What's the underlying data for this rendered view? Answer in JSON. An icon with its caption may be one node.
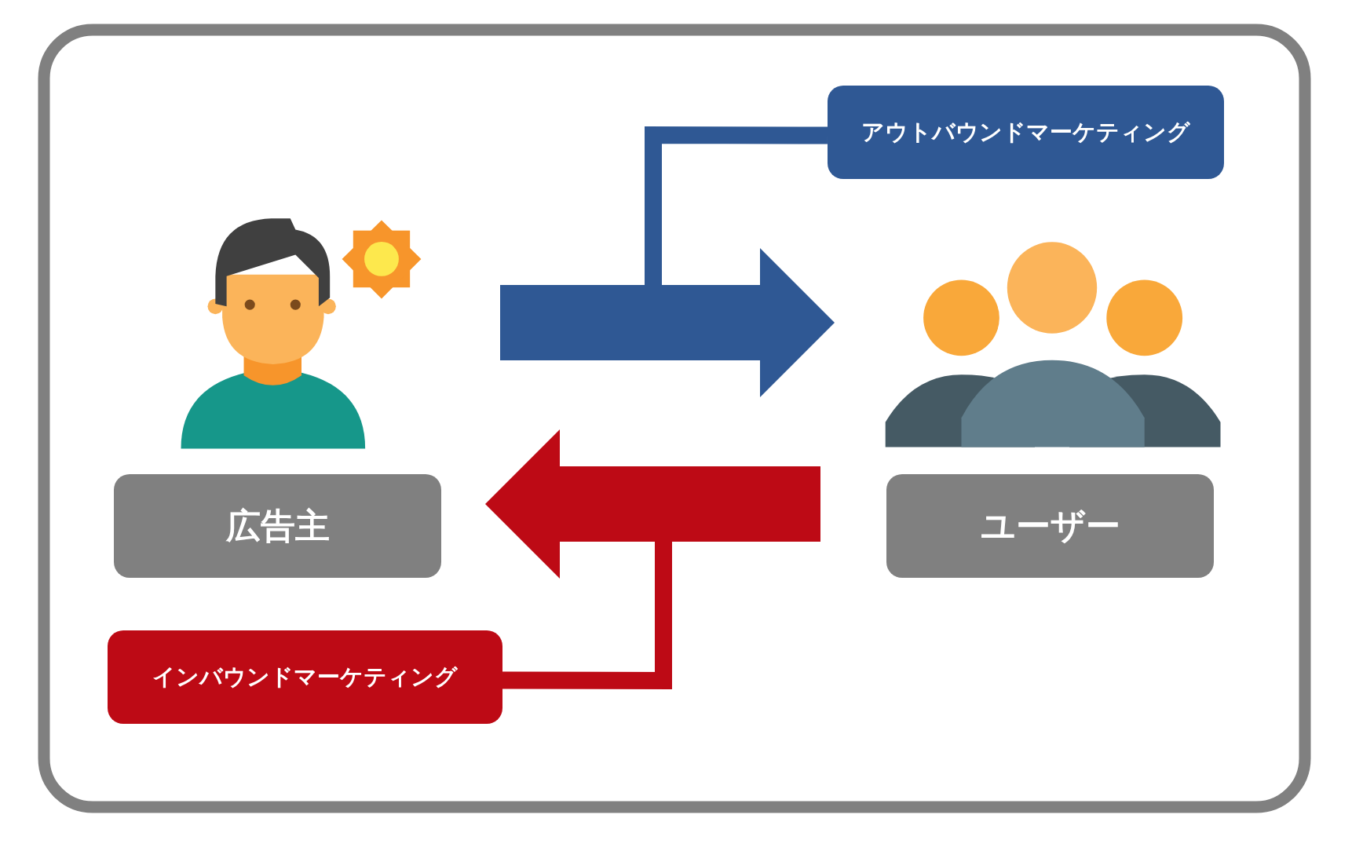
{
  "diagram": {
    "nodes": [
      {
        "text": [],
        "shape": "person"
      },
      {
        "text": [
          "広告主"
        ]
      },
      {
        "text": [],
        "shape": "person"
      },
      {
        "text": [
          "ユーザー"
        ]
      },
      {
        "text": [
          "アウトバウンドマーケティング"
        ]
      },
      {
        "text": [
          "インバウンドマーケティング"
        ]
      }
    ],
    "edges": [
      {
        "from": 0,
        "to": 2,
        "arrow": "to",
        "style": "thick",
        "color": "#2f5894"
      },
      {
        "from": 2,
        "to": 0,
        "arrow": "to",
        "style": "thick",
        "color": "#bd0a15"
      },
      {
        "from": 4,
        "to": null,
        "arrow": "none",
        "color": "#2f5894"
      },
      {
        "from": 5,
        "to": null,
        "arrow": "none",
        "color": "#bd0a15"
      }
    ]
  }
}
